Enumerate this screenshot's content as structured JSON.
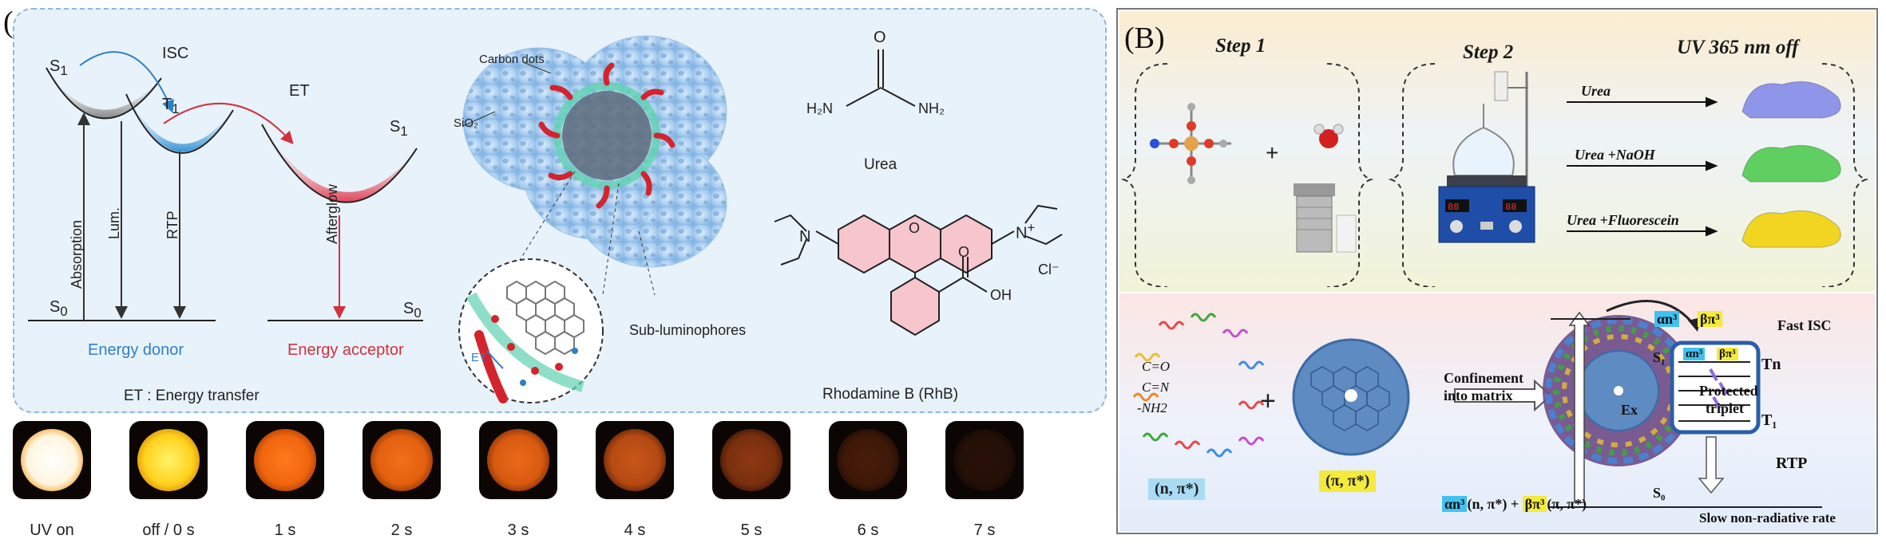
{
  "panelA": {
    "letter": "(A)",
    "S1_left": "S",
    "S1_left_sub": "1",
    "T1": "T",
    "T1_sub": "1",
    "S1_right": "S",
    "S1_right_sub": "1",
    "S0_left": "S",
    "S0_left_sub": "0",
    "S0_right": "S",
    "S0_right_sub": "0",
    "isc": "ISC",
    "et": "ET",
    "absorption": "Absorption",
    "lum": "Lum.",
    "rtp": "RTP",
    "afterglow": "Afterglow",
    "energy_donor": "Energy donor",
    "energy_acceptor": "Energy acceptor",
    "et_note": "ET : Energy transfer",
    "carbon_dots": "Carbon dots",
    "sio2": "SiO₂",
    "sub_luminophores": "Sub-luminophores",
    "et_inset": "ET",
    "urea_O": "O",
    "urea_h2n": "H₂N",
    "urea_nh2": "NH₂",
    "urea_label": "Urea",
    "rhb_N_left": "N",
    "rhb_N_right": "N",
    "rhb_plus": "+",
    "rhb_cl": "Cl⁻",
    "rhb_O": "O",
    "rhb_OH": "OH",
    "rhb_label": "Rhodamine B (RhB)"
  },
  "sequence": [
    {
      "label": "UV on",
      "core": "#ffffff",
      "mid": "#fff6e0",
      "edge": "#f2a12a"
    },
    {
      "label": "off / 0 s",
      "core": "#fff36a",
      "mid": "#ffd21e",
      "edge": "#d68a0c"
    },
    {
      "label": "1 s",
      "core": "#ff7a1c",
      "mid": "#f0660e",
      "edge": "#a83a04"
    },
    {
      "label": "2 s",
      "core": "#f2701a",
      "mid": "#e2600f",
      "edge": "#8e3104"
    },
    {
      "label": "3 s",
      "core": "#e96a18",
      "mid": "#d85a10",
      "edge": "#7c2c05"
    },
    {
      "label": "4 s",
      "core": "#c9561a",
      "mid": "#b54a12",
      "edge": "#5a2006"
    },
    {
      "label": "5 s",
      "core": "#8d3812",
      "mid": "#7a300e",
      "edge": "#3a1406"
    },
    {
      "label": "6 s",
      "core": "#4a1c0a",
      "mid": "#3e1808",
      "edge": "#1c0a04"
    },
    {
      "label": "7 s",
      "core": "#2a0f07",
      "mid": "#231006",
      "edge": "#120704"
    }
  ],
  "panelB": {
    "letter": "(B)",
    "step1": "Step  1",
    "step2": "Step 2",
    "uv_off": "UV 365 nm off",
    "plus": "+",
    "arrows": [
      "Urea",
      "Urea +NaOH",
      "Urea +Fluorescein"
    ],
    "product_colors": [
      "#8f95e8",
      "#5fcf62",
      "#f2d521"
    ],
    "groups": [
      "C=O",
      "C=N",
      "-NH2"
    ],
    "n_pi": "(n, π*)",
    "pi_pi": "(π, π*)",
    "confinement": "Confinement",
    "into_matrix": "into matrix",
    "alpha_label": "αn³",
    "beta_label": "βπ³",
    "fast_isc": "Fast ISC",
    "S1": "S₁",
    "Ex": "Ex",
    "protected": "Protected",
    "triplet": "triplet",
    "Tn": "Tn",
    "T1": "T₁",
    "RTP": "RTP",
    "S0": "S₀",
    "mix_alpha": "αn³",
    "mix_alpha_rest": "(n, π*)",
    "mix_plus": "+",
    "mix_beta": "βπ³",
    "mix_beta_rest": "(π, π*)",
    "slow": "Slow non-radiative rate"
  }
}
